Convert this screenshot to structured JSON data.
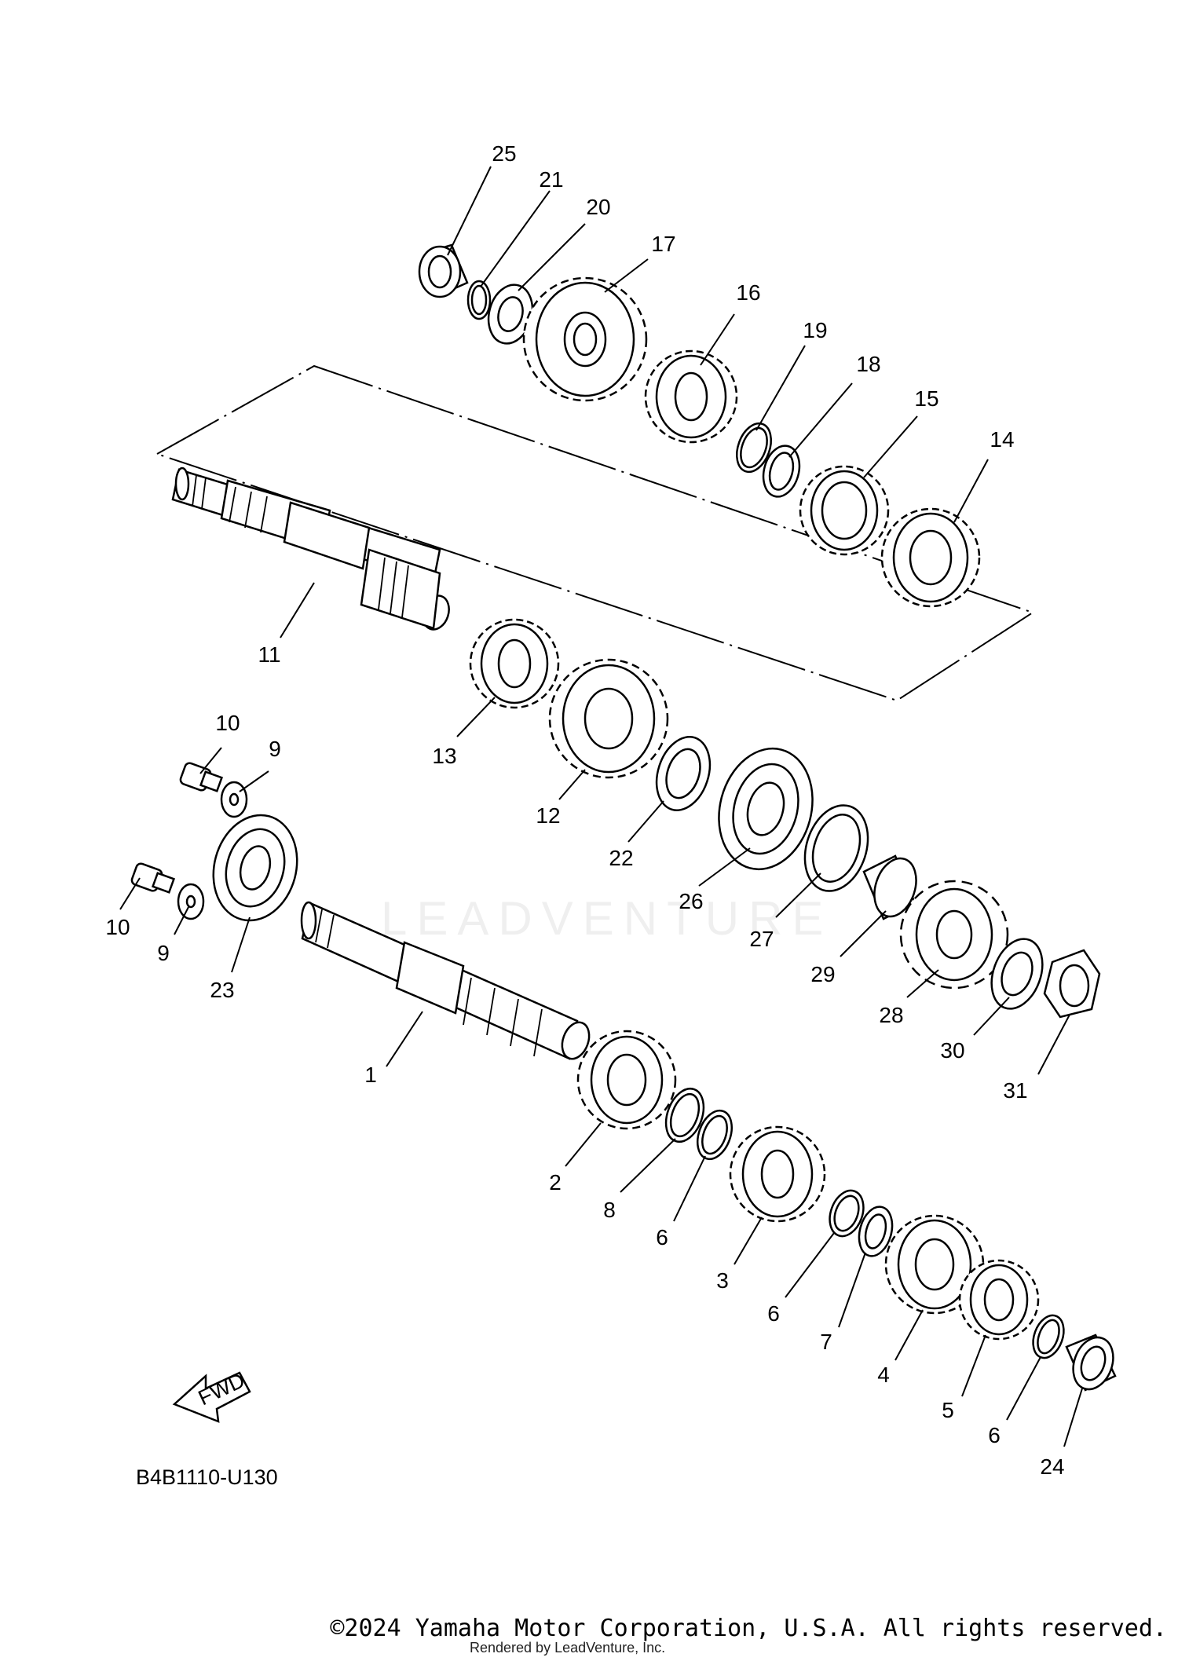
{
  "diagram": {
    "part_code": "B4B1110-U130",
    "fwd_label": "FWD",
    "watermark": "LEADVENTURE",
    "copyright": "©2024 Yamaha Motor Corporation, U.S.A. All rights reserved.",
    "rendered_by": "Rendered by LeadVenture, Inc.",
    "callouts": [
      {
        "id": "c25",
        "label": "25"
      },
      {
        "id": "c21",
        "label": "21"
      },
      {
        "id": "c20",
        "label": "20"
      },
      {
        "id": "c17",
        "label": "17"
      },
      {
        "id": "c16",
        "label": "16"
      },
      {
        "id": "c19",
        "label": "19"
      },
      {
        "id": "c18",
        "label": "18"
      },
      {
        "id": "c15",
        "label": "15"
      },
      {
        "id": "c14",
        "label": "14"
      },
      {
        "id": "c11",
        "label": "11"
      },
      {
        "id": "c13",
        "label": "13"
      },
      {
        "id": "c12",
        "label": "12"
      },
      {
        "id": "c22",
        "label": "22"
      },
      {
        "id": "c26",
        "label": "26"
      },
      {
        "id": "c27",
        "label": "27"
      },
      {
        "id": "c29",
        "label": "29"
      },
      {
        "id": "c28",
        "label": "28"
      },
      {
        "id": "c30",
        "label": "30"
      },
      {
        "id": "c31",
        "label": "31"
      },
      {
        "id": "c10a",
        "label": "10"
      },
      {
        "id": "c9a",
        "label": "9"
      },
      {
        "id": "c10b",
        "label": "10"
      },
      {
        "id": "c9b",
        "label": "9"
      },
      {
        "id": "c23",
        "label": "23"
      },
      {
        "id": "c1",
        "label": "1"
      },
      {
        "id": "c2",
        "label": "2"
      },
      {
        "id": "c8",
        "label": "8"
      },
      {
        "id": "c6a",
        "label": "6"
      },
      {
        "id": "c3",
        "label": "3"
      },
      {
        "id": "c6b",
        "label": "6"
      },
      {
        "id": "c7",
        "label": "7"
      },
      {
        "id": "c4",
        "label": "4"
      },
      {
        "id": "c5",
        "label": "5"
      },
      {
        "id": "c6c",
        "label": "6"
      },
      {
        "id": "c24",
        "label": "24"
      }
    ]
  }
}
